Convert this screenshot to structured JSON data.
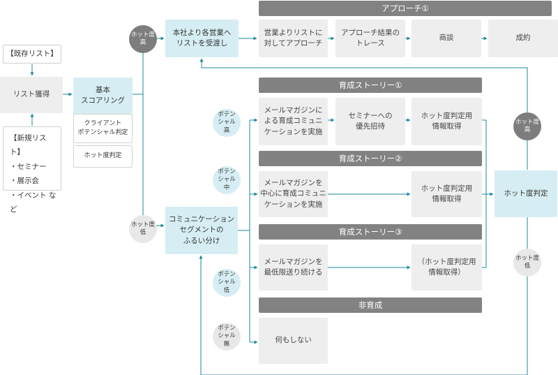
{
  "headers": {
    "approach1": "アプローチ①",
    "story1": "育成ストーリー①",
    "story2": "育成ストーリー②",
    "story3": "育成ストーリー③",
    "no_nurture": "非育成"
  },
  "left": {
    "existing_list": "【既存リスト】",
    "list_acquisition": "リスト獲得",
    "new_list": "【新規リスト】\n・セミナー\n・展示会\n・イベント など"
  },
  "scoring": {
    "basic": "基本\nスコアリング",
    "potential_judgment": "クライアント\nポテンシャル判定",
    "hot_judgment": "ホット度判定"
  },
  "hot_degree": {
    "high": "ホット度\n高",
    "low": "ホット度\n低"
  },
  "potential": {
    "high": "ポテン\nシャル\n高",
    "mid": "ポテン\nシャル\n中",
    "low": "ポテン\nシャル\n低",
    "none": "ポテン\nシャル\n無"
  },
  "approach": {
    "handover": "本社より各営業へ\nリストを受渡し",
    "sales_approach": "営業よりリストに\n対してアプローチ",
    "trace": "アプローチ結果の\nトレース",
    "negotiation": "商談",
    "contract": "成約"
  },
  "segment": "コミュニケーション\nセグメントの\nふるい分け",
  "story1": {
    "mail": "メールマガジンに\nよる育成コミュニ\nケーションを実施",
    "seminar": "セミナーへの\n優先招待",
    "hot_info": "ホット度判定用\n情報取得"
  },
  "story2": {
    "mail": "メールマガジンを\n中心に育成コミュニ\nケーションを実施",
    "hot_info": "ホット度判定用\n情報取得"
  },
  "story3": {
    "mail": "メールマガジンを\n最低限送り続ける",
    "hot_info": "（ホット度判定用\n情報取得）"
  },
  "no_nurture": {
    "nothing": "何もしない"
  },
  "hot_judgment_main": "ホット度判定",
  "colors": {
    "line": "#1a8a9b",
    "header_gray": "#828282",
    "box_gray": "#eeeeee",
    "box_blue": "#d6eef3"
  }
}
